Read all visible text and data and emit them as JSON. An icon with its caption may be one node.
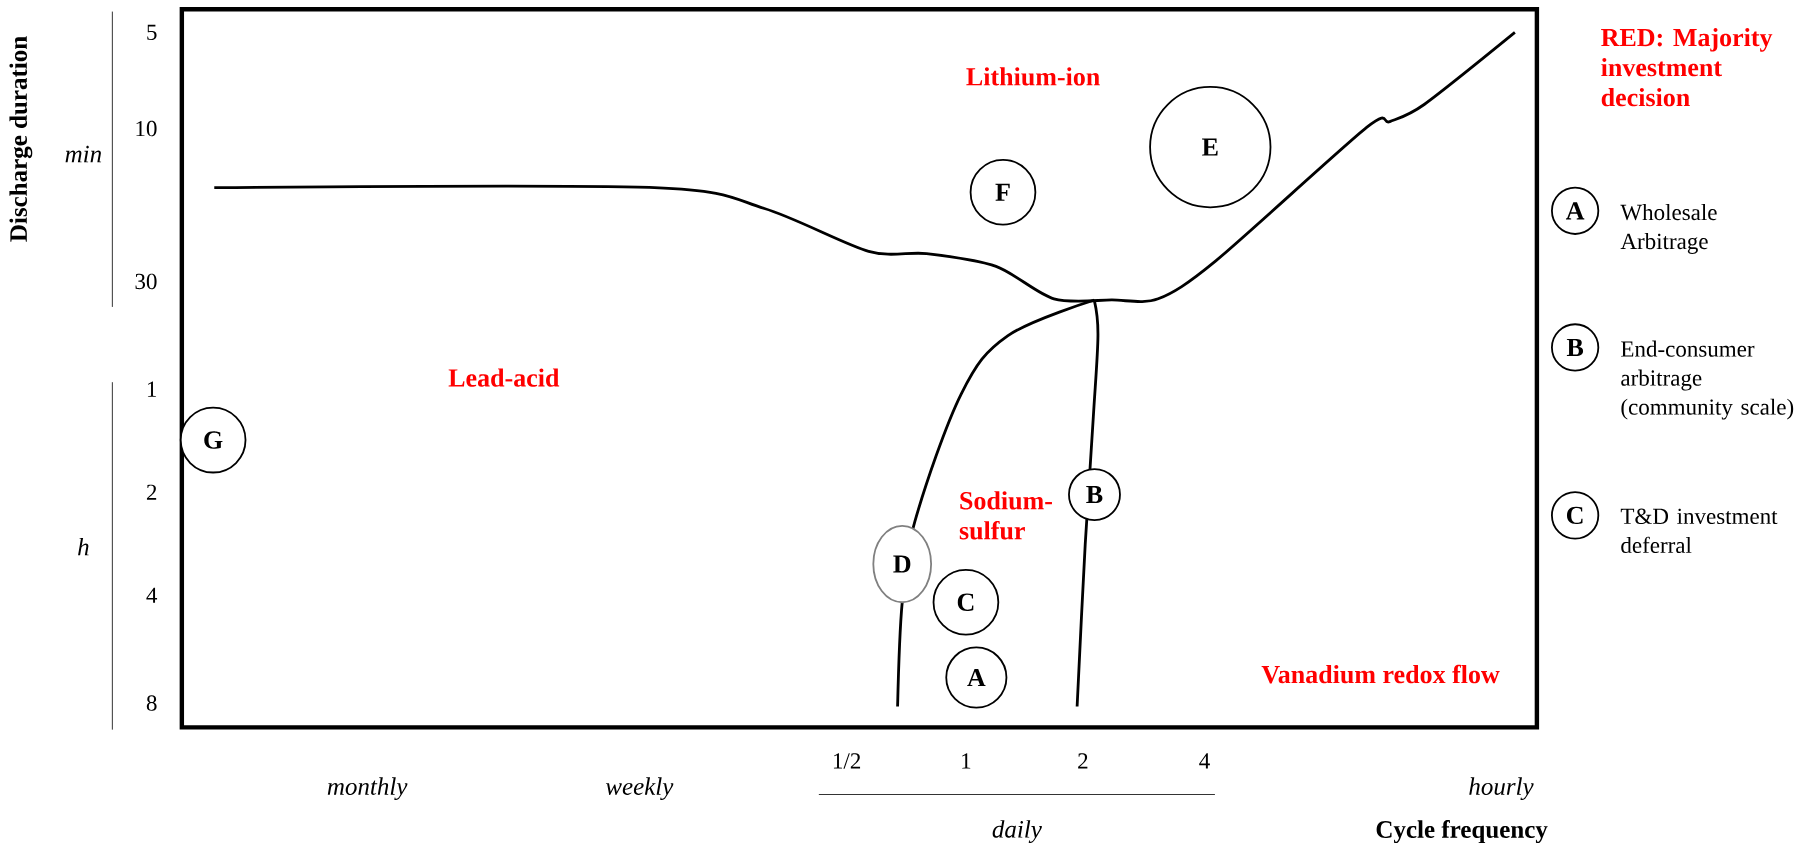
{
  "diagram": {
    "nodes": [
      {
        "text": [
          "E"
        ]
      },
      {
        "text": [
          "F"
        ]
      },
      {
        "text": [
          "G"
        ]
      },
      {
        "text": [
          "B"
        ]
      },
      {
        "text": [
          "D"
        ]
      },
      {
        "text": [
          "C"
        ]
      },
      {
        "text": [
          "A"
        ]
      },
      {
        "text": [
          "A"
        ],
        "beside": [
          "Wholesale Arbitrage"
        ]
      },
      {
        "text": [
          "B"
        ],
        "beside": [
          "End-consumer arbitrage (community scale)"
        ]
      },
      {
        "text": [
          "C"
        ],
        "beside": [
          "T&D investment deferral"
        ]
      }
    ],
    "labels": [
      "Discharge duration",
      "5",
      "RED: Majority investment decision",
      "Lithium-ion",
      "10",
      "min",
      "30",
      "Lead-acid",
      "1",
      "2",
      "Sodium-sulfur",
      "h",
      "4",
      "Vanadium redox flow",
      "8",
      "1/2",
      "1",
      "2",
      "4",
      "monthly",
      "weekly",
      "hourly",
      "daily",
      "Cycle frequency"
    ]
  }
}
